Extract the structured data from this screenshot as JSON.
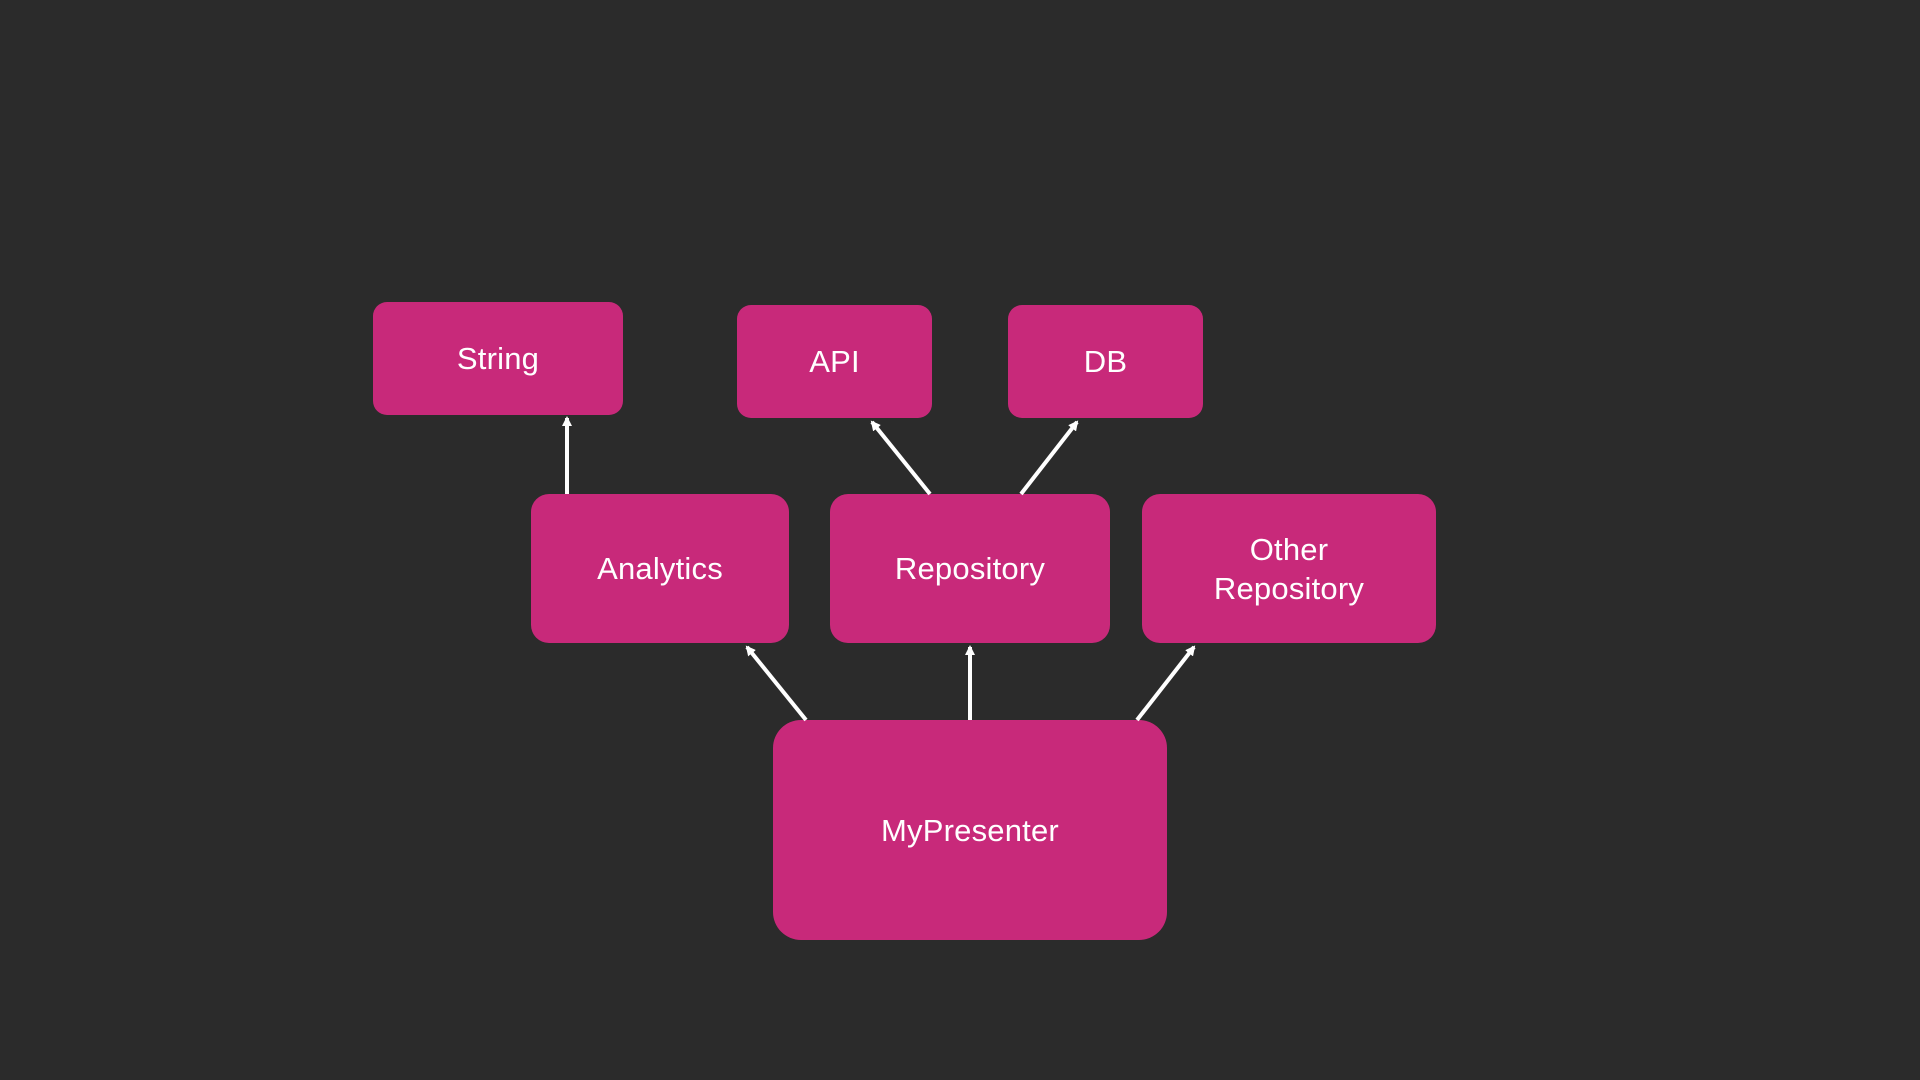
{
  "colors": {
    "background": "#2b2b2b",
    "node_fill": "#c8297a",
    "node_text": "#ffffff",
    "arrow": "#ffffff"
  },
  "nodes": {
    "string": {
      "label": "String"
    },
    "api": {
      "label": "API"
    },
    "db": {
      "label": "DB"
    },
    "analytics": {
      "label": "Analytics"
    },
    "repository": {
      "label": "Repository"
    },
    "other_repository": {
      "label": "Other\nRepository"
    },
    "mypresenter": {
      "label": "MyPresenter"
    }
  },
  "edges": [
    {
      "from": "analytics",
      "to": "string"
    },
    {
      "from": "repository",
      "to": "api"
    },
    {
      "from": "repository",
      "to": "db"
    },
    {
      "from": "mypresenter",
      "to": "analytics"
    },
    {
      "from": "mypresenter",
      "to": "repository"
    },
    {
      "from": "mypresenter",
      "to": "other_repository"
    }
  ]
}
